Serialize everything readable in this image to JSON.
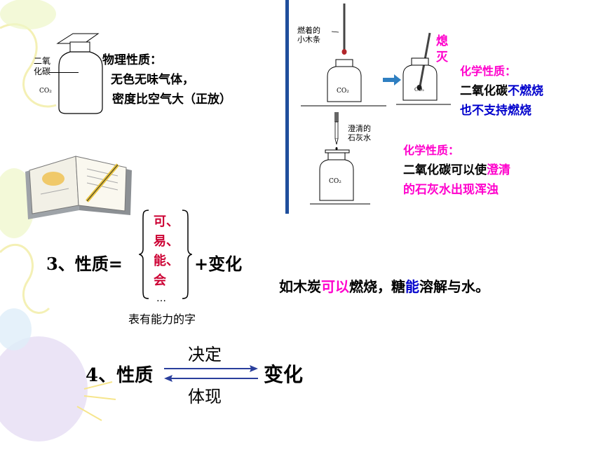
{
  "physical": {
    "bottle_label_1": "二氧",
    "bottle_label_2": "化碳",
    "bottle_formula": "CO₂",
    "title": "物理性质：",
    "line1": "无色无味气体，",
    "line2": "密度比空气大（正放）"
  },
  "chem1": {
    "stick_label_1": "燃着的",
    "stick_label_2": "小木条",
    "formula_a": "CO₂",
    "formula_b": "CO₂",
    "extinguish_1": "熄",
    "extinguish_2": "灭",
    "title": "化学性质：",
    "text_pre": "二氧化碳",
    "text_hl1": "不燃烧",
    "text_hl2": "也不支持燃烧"
  },
  "chem2": {
    "dropper_label_1": "澄清的",
    "dropper_label_2": "石灰水",
    "formula": "CO₂",
    "title": "化学性质：",
    "text_pre": "二氧化碳可以使",
    "text_hl1": "澄清",
    "text_hl2": "的石灰水出现浑浊"
  },
  "point3": {
    "prefix": "3、性质=",
    "ability_words": [
      "可、",
      "易、",
      "能、",
      "会"
    ],
    "ellipsis": "…",
    "suffix": "+变化",
    "note": "表有能力的字",
    "example_a": "如木炭",
    "example_hl1": "可以",
    "example_b": "燃烧，糖",
    "example_hl2": "能",
    "example_c": "溶解与水。"
  },
  "point4": {
    "left": "4、性质",
    "right": "变化",
    "top_arrow_label": "决定",
    "bottom_arrow_label": "体现"
  },
  "colors": {
    "divider": "#1f4e9c",
    "arrow": "#2f7fc1",
    "pink": "#ff00cc",
    "blue": "#0000cc"
  }
}
